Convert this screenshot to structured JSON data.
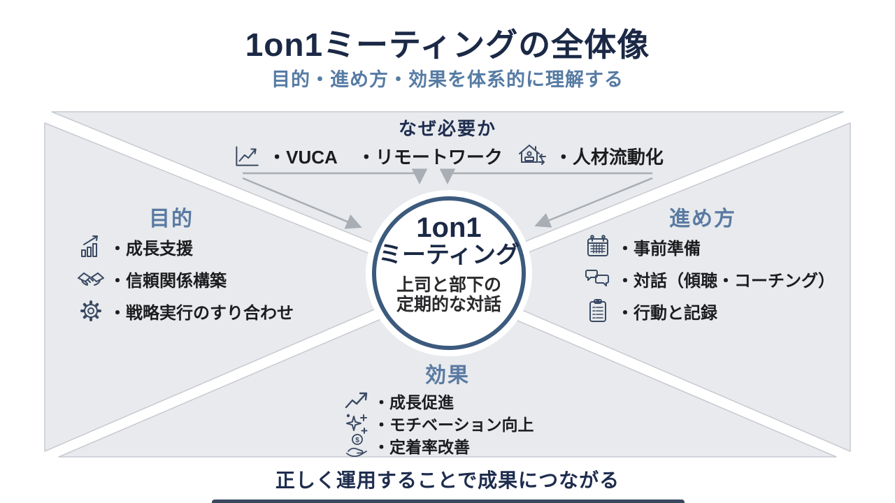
{
  "title": "1on1ミーティングの全体像",
  "subtitle": "目的・進め方・効果を体系的に理解する",
  "center_circle": {
    "title_line1": "1on1",
    "title_line2": "ミーティング",
    "desc_line1": "上司と部下の",
    "desc_line2": "定期的な対話"
  },
  "sections": {
    "why": {
      "heading": "なぜ必要か",
      "items": [
        {
          "icon": "line-chart-icon",
          "label": "・VUCA"
        },
        {
          "icon": "",
          "label": "・リモートワーク"
        },
        {
          "icon": "remote-work-home-icon",
          "label": "・人材流動化"
        }
      ]
    },
    "purpose": {
      "heading": "目的",
      "items": [
        {
          "icon": "bar-chart-growth-icon",
          "label": "・成長支援"
        },
        {
          "icon": "handshake-icon",
          "label": "・信頼関係構築"
        },
        {
          "icon": "gear-icon",
          "label": "・戦略実行のすり合わせ"
        }
      ]
    },
    "process": {
      "heading": "進め方",
      "items": [
        {
          "icon": "calendar-icon",
          "label": "・事前準備"
        },
        {
          "icon": "chat-bubbles-icon",
          "label": "・対話（傾聴・コーチング）"
        },
        {
          "icon": "clipboard-icon",
          "label": "・行動と記録"
        }
      ]
    },
    "effects": {
      "heading": "効果",
      "items": [
        {
          "icon": "trend-up-arrow-icon",
          "label": "・成長促進"
        },
        {
          "icon": "sparkles-icon",
          "label": "・モチベーション向上"
        },
        {
          "icon": "coin-hand-icon",
          "label": "・定着率改善"
        }
      ]
    }
  },
  "footer": "正しく運用することで成果につながる",
  "colors": {
    "navy": "#1b2946",
    "steel_blue": "#5a7aa2",
    "panel_fill": "#e8eaed",
    "panel_border": "#c6cad0",
    "circle_border": "#3c5a7d",
    "arrow": "#a9aeb5",
    "item_text": "#1c1c1e",
    "icon_stroke": "#3a4a63"
  }
}
